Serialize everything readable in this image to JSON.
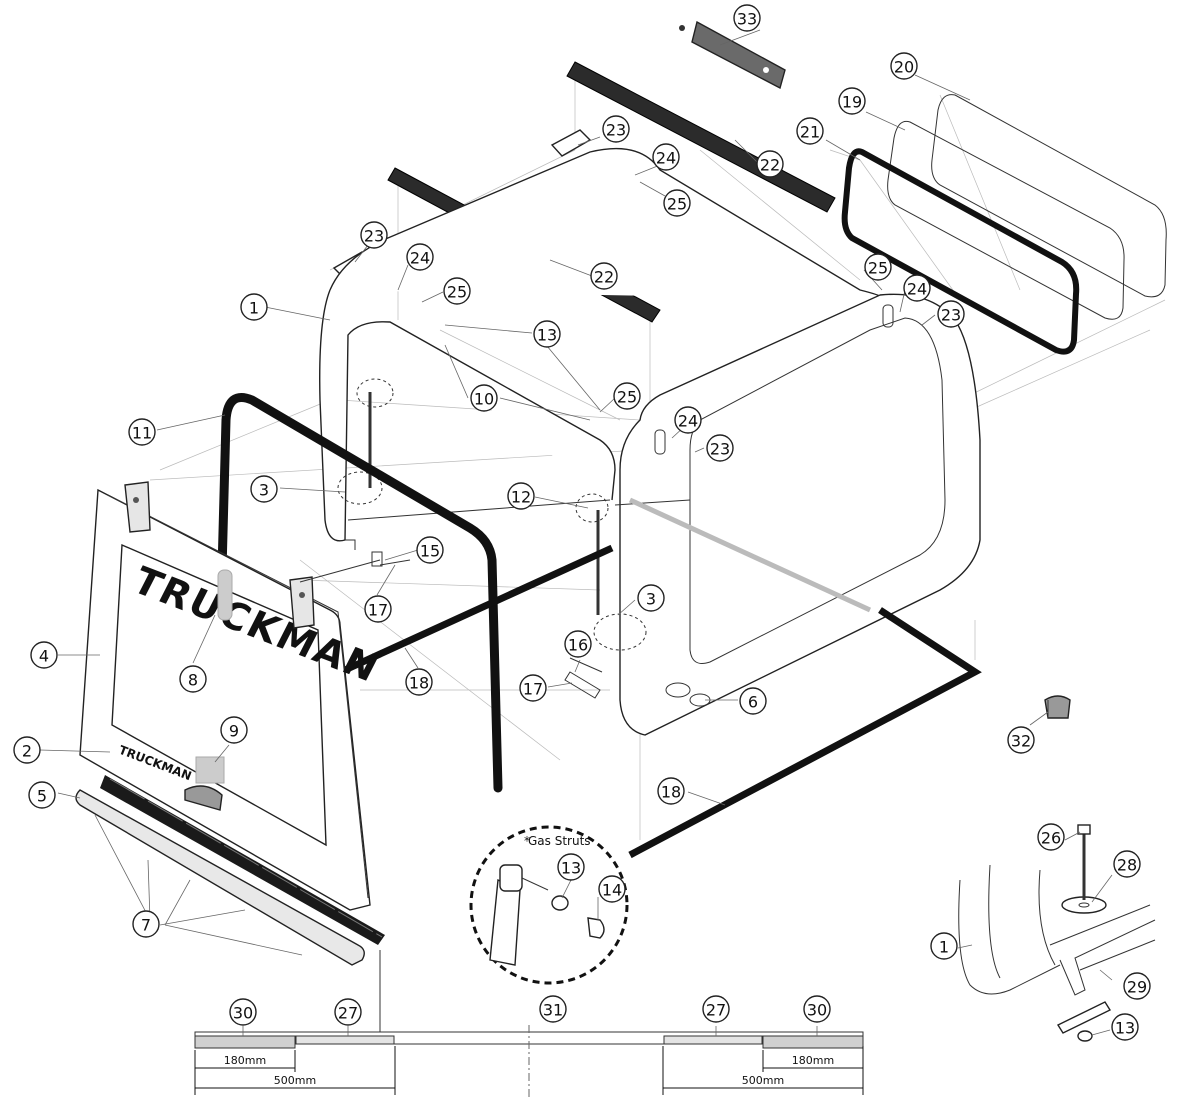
{
  "diagram": {
    "brand_text_large": "TRUCKMAN",
    "brand_text_small": "TRUCKMAN",
    "inset_gas_struts_label": "Gas Struts",
    "asterisk": "*",
    "dimension_short_left": "180mm",
    "dimension_long_left": "500mm",
    "dimension_short_right": "180mm",
    "dimension_long_right": "500mm"
  },
  "callouts": [
    {
      "id": "c33",
      "label": "33"
    },
    {
      "id": "c20",
      "label": "20"
    },
    {
      "id": "c19",
      "label": "19"
    },
    {
      "id": "c21",
      "label": "21"
    },
    {
      "id": "c23a",
      "label": "23"
    },
    {
      "id": "c24a",
      "label": "24"
    },
    {
      "id": "c22a",
      "label": "22"
    },
    {
      "id": "c25a",
      "label": "25"
    },
    {
      "id": "c23b",
      "label": "23"
    },
    {
      "id": "c24b",
      "label": "24"
    },
    {
      "id": "c25b",
      "label": "25"
    },
    {
      "id": "c22b",
      "label": "22"
    },
    {
      "id": "c1a",
      "label": "1"
    },
    {
      "id": "c13a",
      "label": "13"
    },
    {
      "id": "c25c",
      "label": "25"
    },
    {
      "id": "c24c",
      "label": "24"
    },
    {
      "id": "c23c",
      "label": "23"
    },
    {
      "id": "c10",
      "label": "10"
    },
    {
      "id": "c25d",
      "label": "25"
    },
    {
      "id": "c24d",
      "label": "24"
    },
    {
      "id": "c23d",
      "label": "23"
    },
    {
      "id": "c11",
      "label": "11"
    },
    {
      "id": "c3a",
      "label": "3"
    },
    {
      "id": "c12",
      "label": "12"
    },
    {
      "id": "c15",
      "label": "15"
    },
    {
      "id": "c17a",
      "label": "17"
    },
    {
      "id": "c3b",
      "label": "3"
    },
    {
      "id": "c16",
      "label": "16"
    },
    {
      "id": "c4",
      "label": "4"
    },
    {
      "id": "c8",
      "label": "8"
    },
    {
      "id": "c18a",
      "label": "18"
    },
    {
      "id": "c17b",
      "label": "17"
    },
    {
      "id": "c6",
      "label": "6"
    },
    {
      "id": "c9",
      "label": "9"
    },
    {
      "id": "c2",
      "label": "2"
    },
    {
      "id": "c32",
      "label": "32"
    },
    {
      "id": "c5",
      "label": "5"
    },
    {
      "id": "c18b",
      "label": "18"
    },
    {
      "id": "c13b",
      "label": "13"
    },
    {
      "id": "c14",
      "label": "14"
    },
    {
      "id": "c7",
      "label": "7"
    },
    {
      "id": "c26",
      "label": "26"
    },
    {
      "id": "c28",
      "label": "28"
    },
    {
      "id": "c1b",
      "label": "1"
    },
    {
      "id": "c29",
      "label": "29"
    },
    {
      "id": "c13c",
      "label": "13"
    },
    {
      "id": "c30a",
      "label": "30"
    },
    {
      "id": "c27a",
      "label": "27"
    },
    {
      "id": "c31",
      "label": "31"
    },
    {
      "id": "c27b",
      "label": "27"
    },
    {
      "id": "c30b",
      "label": "30"
    }
  ]
}
